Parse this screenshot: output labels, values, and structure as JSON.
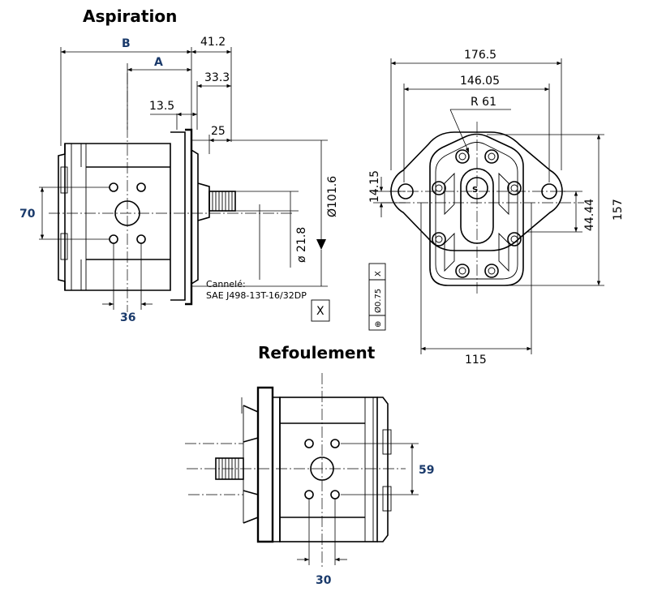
{
  "titles": {
    "suction": "Aspiration",
    "discharge": "Refoulement"
  },
  "dims": {
    "b": "B",
    "a": "A",
    "d41_2": "41.2",
    "d33_3": "33.3",
    "d13_5": "13.5",
    "d25": "25",
    "d70": "70",
    "d36": "36",
    "dia101_6": "Ø101.6",
    "dia21_8": "ø 21.8",
    "spline_label": "Cannelé:",
    "spline_spec": "SAE J498-13T-16/32DP",
    "datum_x": "X",
    "d176_5": "176.5",
    "d146_05": "146.05",
    "r61": "R 61",
    "d14_15": "14.15",
    "d44_44": "44.44",
    "d157": "157",
    "d115": "115",
    "tol_symbol": "⊕",
    "tol_value": "Ø0.75",
    "tol_datum": "X",
    "d59": "59",
    "d30": "30"
  },
  "colors": {
    "line": "#000000",
    "dim_blue": "#1a3a6b"
  }
}
